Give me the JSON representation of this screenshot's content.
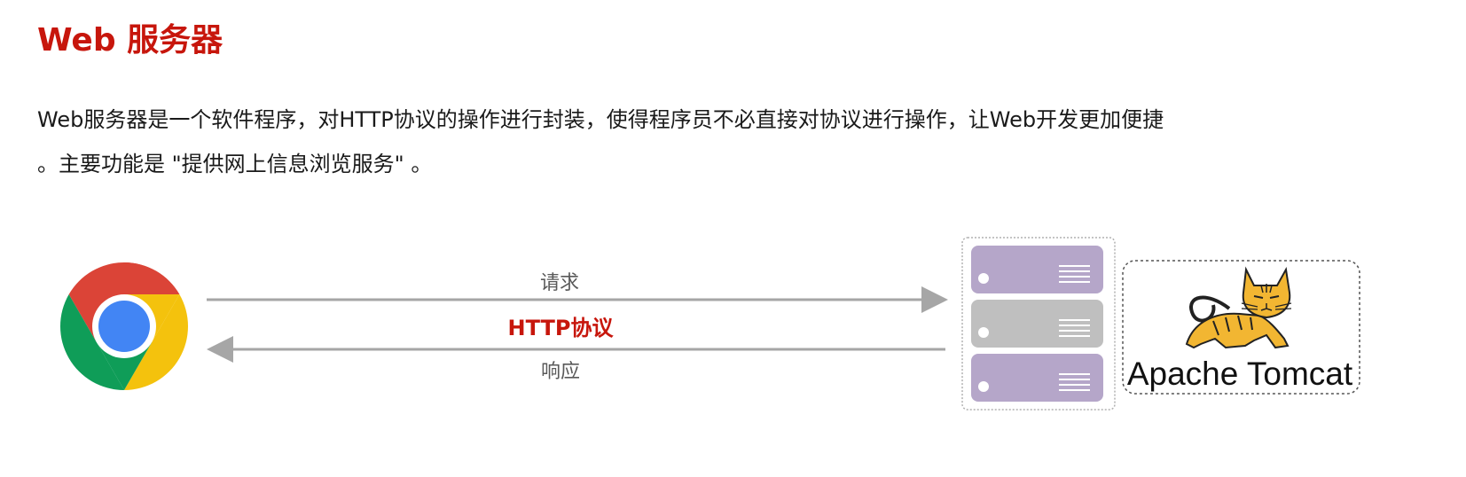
{
  "header": {
    "title": "Web 服务器"
  },
  "description": {
    "lines": [
      "Web服务器是一个软件程序，对HTTP协议的操作进行封装，使得程序员不必直接对协议进行操作，让Web开发更加便捷",
      "。主要功能是 \"提供网上信息浏览服务\" 。"
    ]
  },
  "diagram": {
    "request_label": "请求",
    "protocol_label": "HTTP协议",
    "response_label": "响应",
    "tomcat_label": "Apache Tomcat",
    "browser_icon": "chrome-icon",
    "server_icon": "server-stack-icon",
    "tomcat_icon": "tomcat-cat-icon",
    "colors": {
      "title_red": "#c7160c",
      "protocol_red": "#c7160c",
      "arrow_gray": "#a6a6a6",
      "server_purple": "#b5a6c9",
      "server_gray": "#bfbfbf",
      "chrome_red": "#db4437",
      "chrome_yellow": "#f4c20d",
      "chrome_green": "#0f9d58",
      "chrome_blue": "#4285f4",
      "tomcat_yellow": "#f2b632"
    }
  }
}
